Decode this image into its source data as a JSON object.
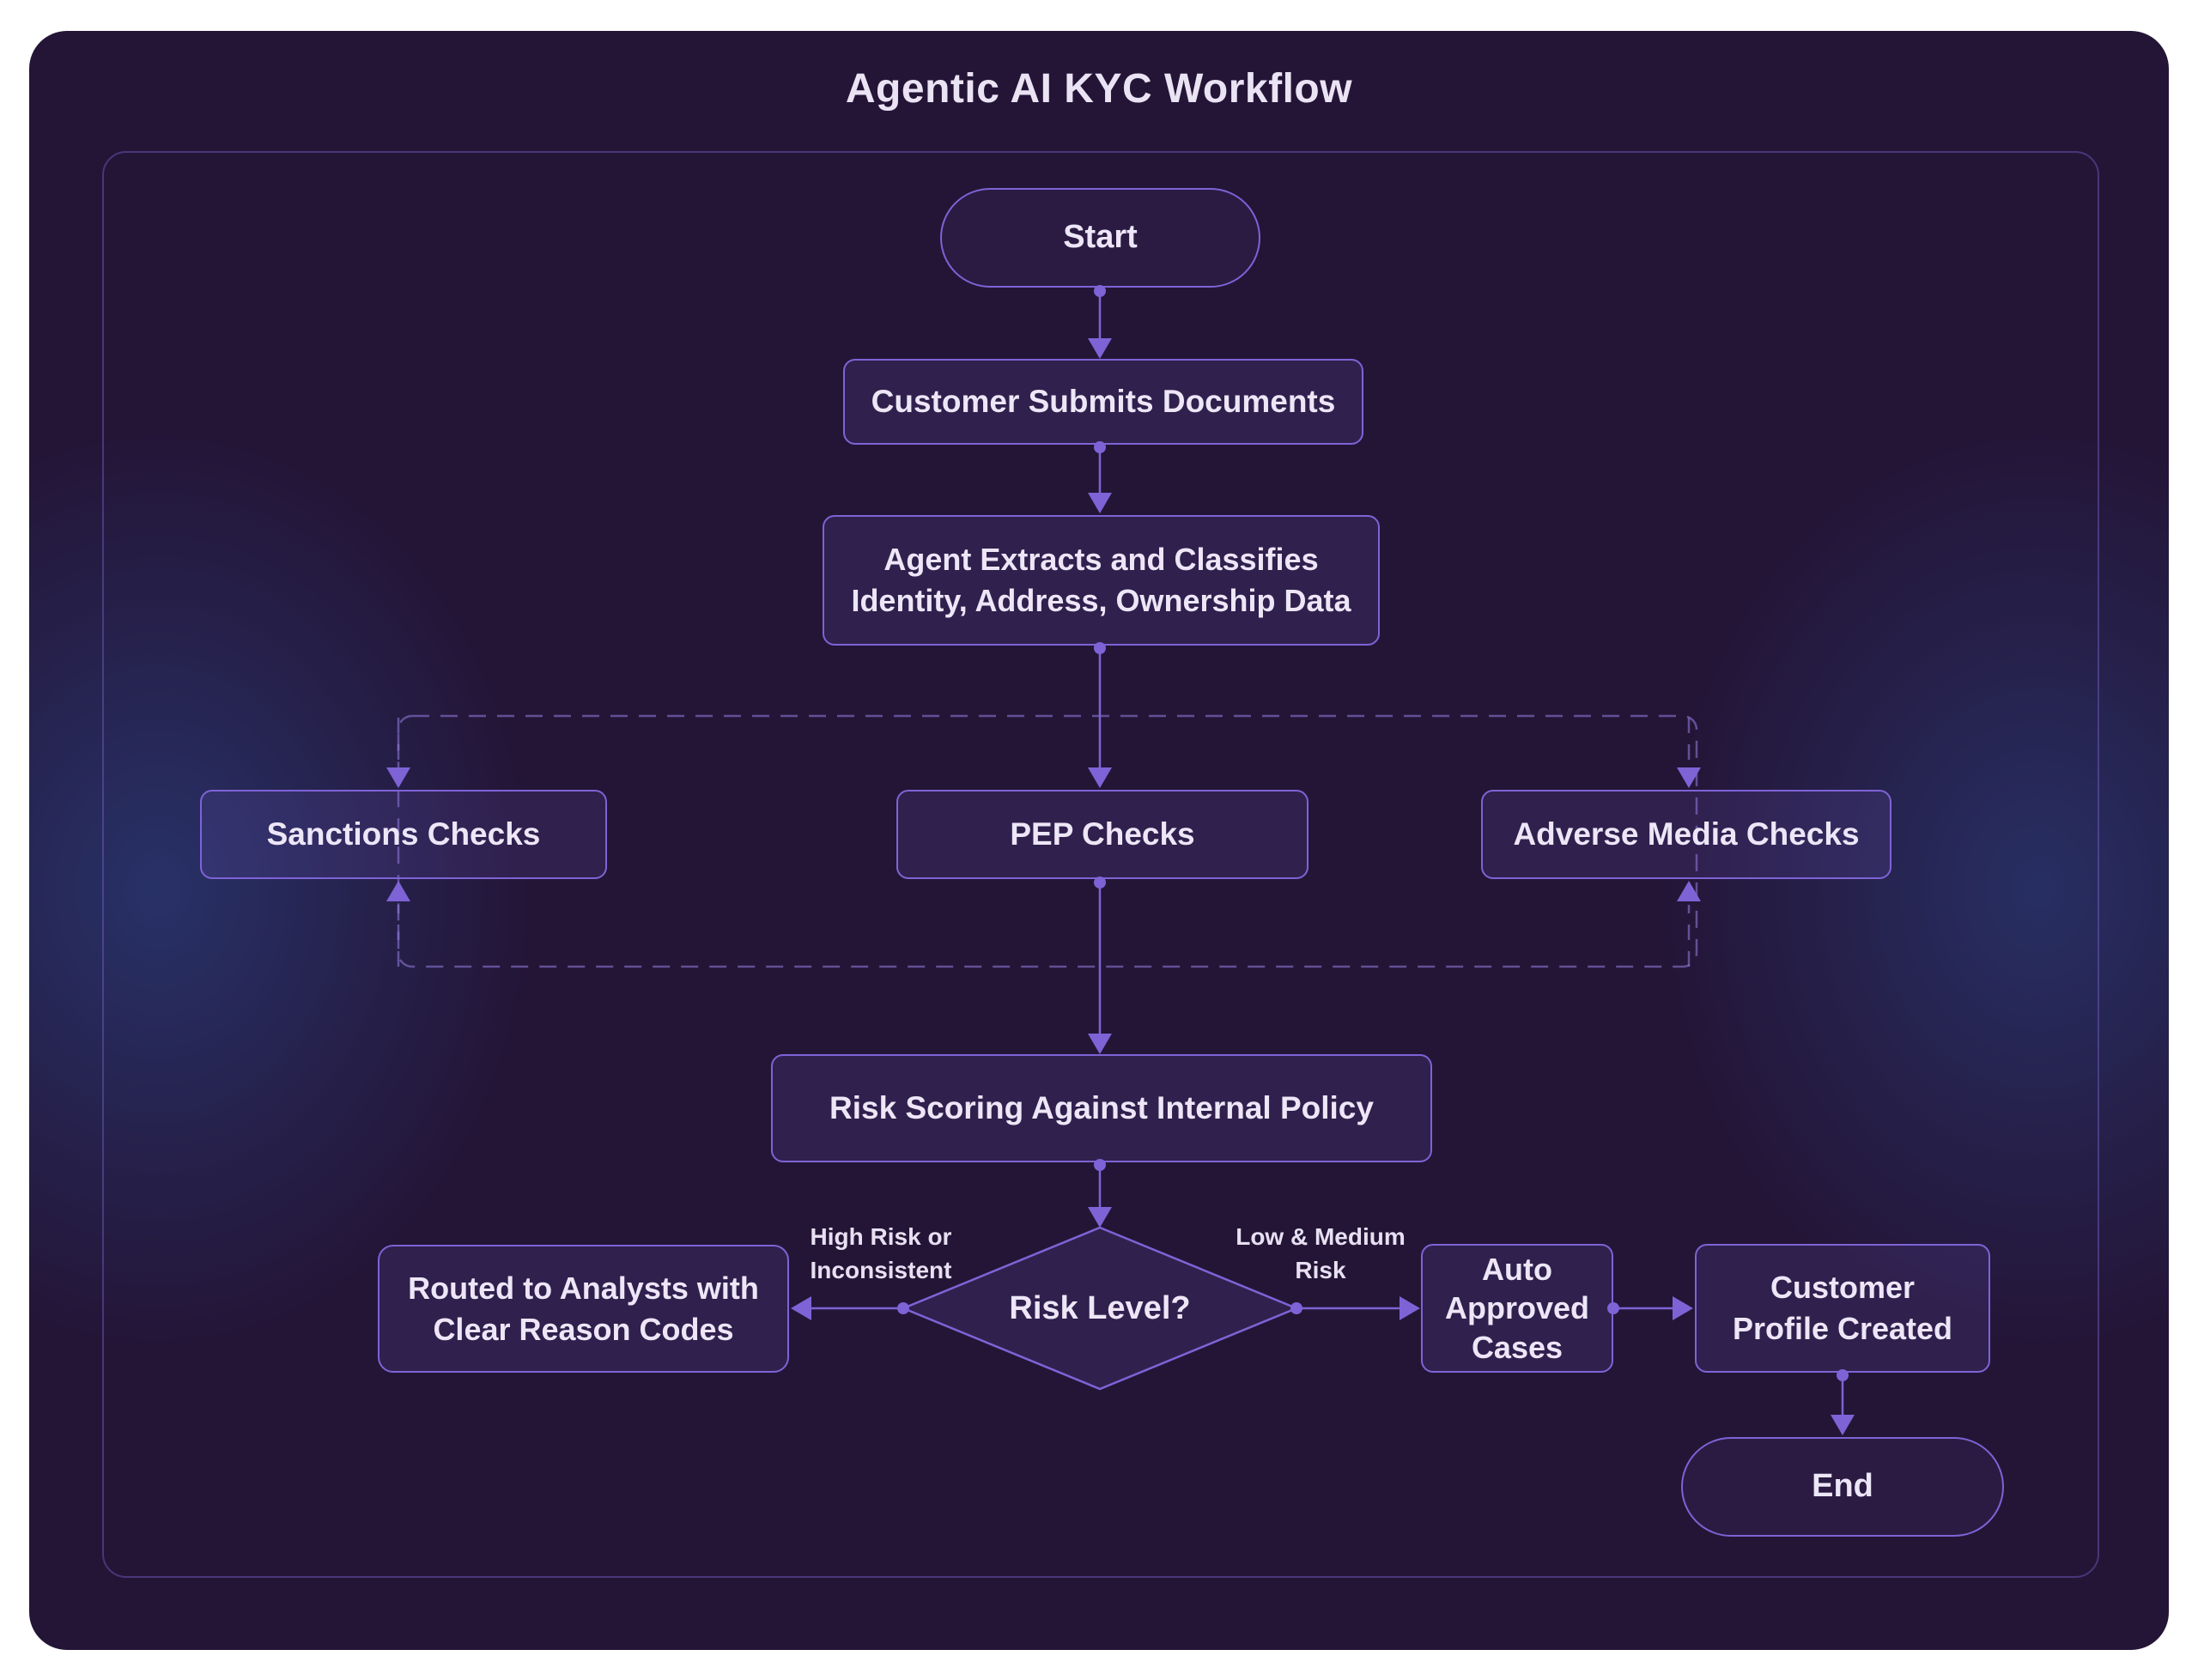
{
  "title": "Agentic AI KYC Workflow",
  "nodes": {
    "start": "Start",
    "submit_documents": "Customer Submits Documents",
    "agent_extracts": "Agent Extracts and Classifies\nIdentity, Address, Ownership Data",
    "sanctions_checks": "Sanctions Checks",
    "pep_checks": "PEP Checks",
    "adverse_media_checks": "Adverse Media Checks",
    "risk_scoring": "Risk Scoring Against Internal Policy",
    "risk_level_decision": "Risk Level?",
    "routed_to_analysts": "Routed to Analysts with\nClear Reason Codes",
    "auto_approved_cases": "Auto\nApproved\nCases",
    "customer_profile_created": "Customer\nProfile Created",
    "end": "End"
  },
  "edge_labels": {
    "high_risk_branch": "High Risk or\nInconsistent",
    "low_medium_branch": "Low & Medium\nRisk"
  },
  "colors": {
    "page_background": "#ffffff",
    "panel_background": "#241537",
    "accent_purple": "#7e63d6",
    "glow_blue": "#2d58aa",
    "node_text": "#ece6f7",
    "dashed_border": "#8d76d3"
  }
}
